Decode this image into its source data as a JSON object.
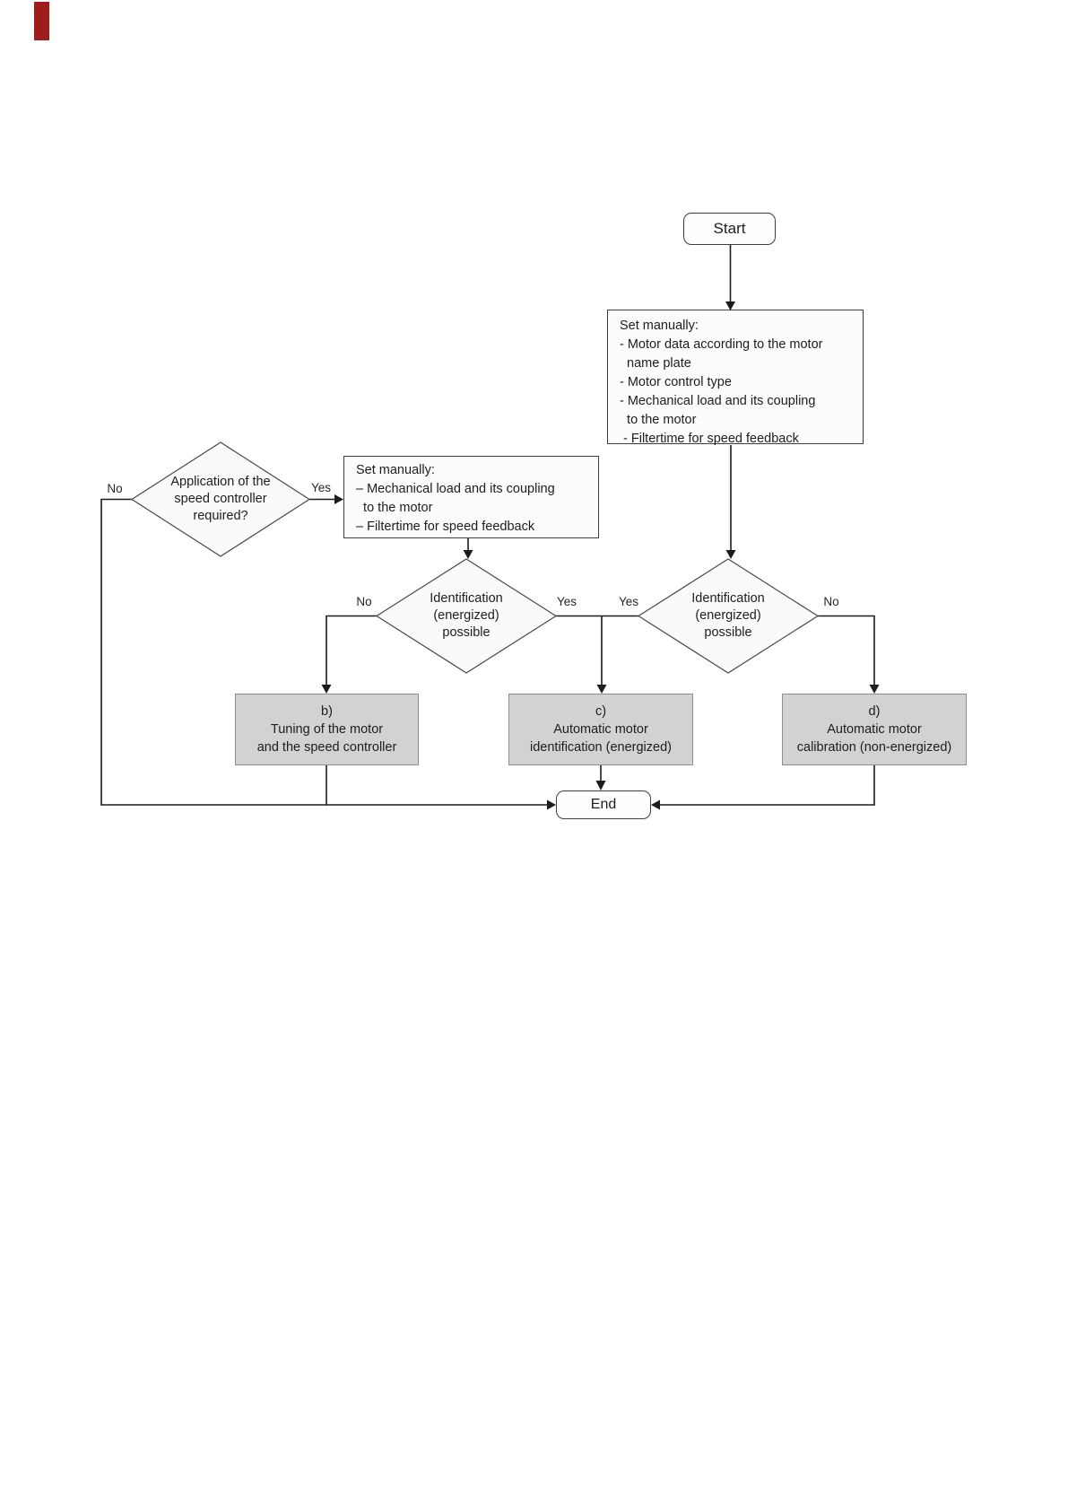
{
  "colors": {
    "red_mark": "#9e1c1c",
    "grey_box_fill": "#d2d2d2",
    "line_color": "#1c1c1c"
  },
  "diagram": {
    "start": {
      "label": "Start"
    },
    "end": {
      "label": "End"
    },
    "set_manual_full": {
      "lines": [
        "Set manually:",
        "- Motor data according to the motor",
        "  name plate",
        "- Motor control type",
        "- Mechanical load and its coupling",
        "  to the motor",
        " - Filtertime for speed feedback"
      ]
    },
    "set_manual_speed": {
      "lines": [
        "Set manually:",
        "– Mechanical load and its coupling",
        "  to the motor",
        "– Filtertime for speed feedback"
      ]
    },
    "decision_application": {
      "lines": [
        "Application of the",
        "speed controller",
        "required?"
      ]
    },
    "decision_ident_left": {
      "lines": [
        "Identification",
        "(energized)",
        "possible"
      ]
    },
    "decision_ident_right": {
      "lines": [
        "Identification",
        "(energized)",
        "possible"
      ]
    },
    "result_b": {
      "lines": [
        "b)",
        "Tuning of the motor",
        "and the speed controller"
      ]
    },
    "result_c": {
      "lines": [
        "c)",
        "Automatic motor",
        "identification (energized)"
      ]
    },
    "result_d": {
      "lines": [
        "d)",
        "Automatic motor",
        "calibration (non-energized)"
      ]
    },
    "edge_labels": {
      "app_no": "No",
      "app_yes": "Yes",
      "identl_no": "No",
      "identl_yes": "Yes",
      "identr_yes": "Yes",
      "identr_no": "No"
    }
  }
}
